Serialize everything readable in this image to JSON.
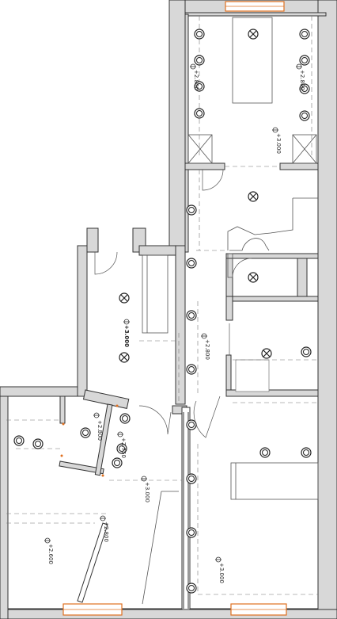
{
  "plan": {
    "ceiling_marks": [
      {
        "id": "m-top-left",
        "text": "+2.800"
      },
      {
        "id": "m-top-right",
        "text": "+2.800"
      },
      {
        "id": "m-top-center",
        "text": "+3.000"
      },
      {
        "id": "m-hall-left",
        "text": "+3.000"
      },
      {
        "id": "m-corridor",
        "text": "+2.800"
      },
      {
        "id": "m-bath-a",
        "text": "+2.800"
      },
      {
        "id": "m-bath-b",
        "text": "+2.750"
      },
      {
        "id": "m-bottom-mid",
        "text": "+3.000"
      },
      {
        "id": "m-bottom-left-a",
        "text": "+2.800"
      },
      {
        "id": "m-bottom-left-b",
        "text": "+2.600"
      },
      {
        "id": "m-bottom-right",
        "text": "+3.000"
      }
    ]
  }
}
